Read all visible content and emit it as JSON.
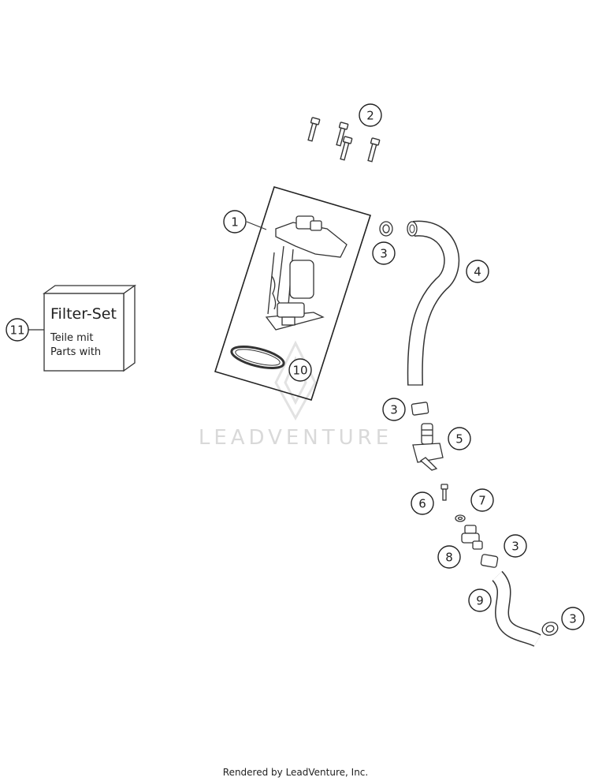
{
  "filter_set": {
    "title": "Filter-Set",
    "line1": "Teile mit",
    "line2": "Parts with"
  },
  "callouts": [
    {
      "id": "c1",
      "label": "1"
    },
    {
      "id": "c2",
      "label": "2"
    },
    {
      "id": "c3a",
      "label": "3"
    },
    {
      "id": "c3b",
      "label": "3"
    },
    {
      "id": "c3c",
      "label": "3"
    },
    {
      "id": "c3d",
      "label": "3"
    },
    {
      "id": "c4",
      "label": "4"
    },
    {
      "id": "c5",
      "label": "5"
    },
    {
      "id": "c6",
      "label": "6"
    },
    {
      "id": "c7",
      "label": "7"
    },
    {
      "id": "c8",
      "label": "8"
    },
    {
      "id": "c9",
      "label": "9"
    },
    {
      "id": "c10",
      "label": "10"
    },
    {
      "id": "c11",
      "label": "11"
    }
  ],
  "watermark": "LEADVENTURE",
  "footer": "Rendered by LeadVenture, Inc."
}
